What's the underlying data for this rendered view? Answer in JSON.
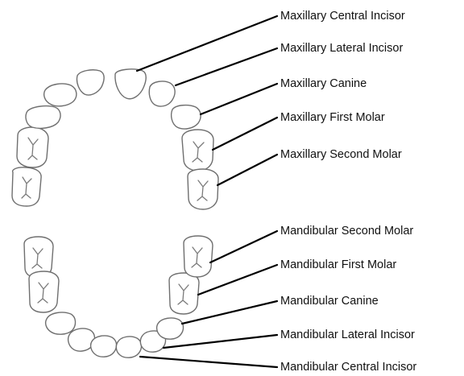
{
  "maxillary": {
    "central_incisor": "Maxillary Central Incisor",
    "lateral_incisor": "Maxillary Lateral Incisor",
    "canine": "Maxillary Canine",
    "first_molar": "Maxillary First Molar",
    "second_molar": "Maxillary Second Molar"
  },
  "mandibular": {
    "second_molar": "Mandibular Second Molar",
    "first_molar": "Mandibular First Molar",
    "canine": "Mandibular Canine",
    "lateral_incisor": "Mandibular Lateral Incisor",
    "central_incisor": "Mandibular Central Incisor"
  }
}
